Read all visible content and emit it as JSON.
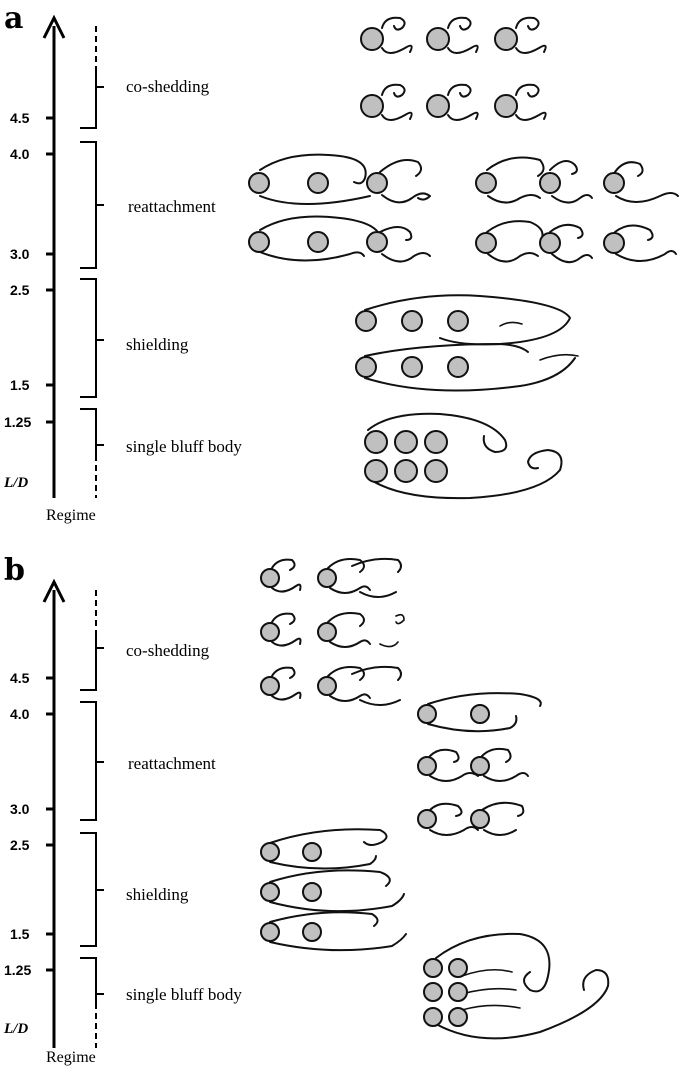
{
  "panels": [
    {
      "letter": "a",
      "axis_label": "L/D",
      "regime_caption": "Regime",
      "ticks": [
        "4.5",
        "4.0",
        "3.0",
        "2.5",
        "1.5",
        "1.25"
      ],
      "regimes": [
        "co-shedding",
        "reattachment",
        "shielding",
        "single bluff body"
      ]
    },
    {
      "letter": "b",
      "axis_label": "L/D",
      "regime_caption": "Regime",
      "ticks": [
        "4.5",
        "4.0",
        "3.0",
        "2.5",
        "1.5",
        "1.25"
      ],
      "regimes": [
        "co-shedding",
        "reattachment",
        "shielding",
        "single bluff body"
      ]
    }
  ],
  "colors": {
    "cylinder_fill": "#c0c0c0",
    "stroke": "#111111"
  }
}
